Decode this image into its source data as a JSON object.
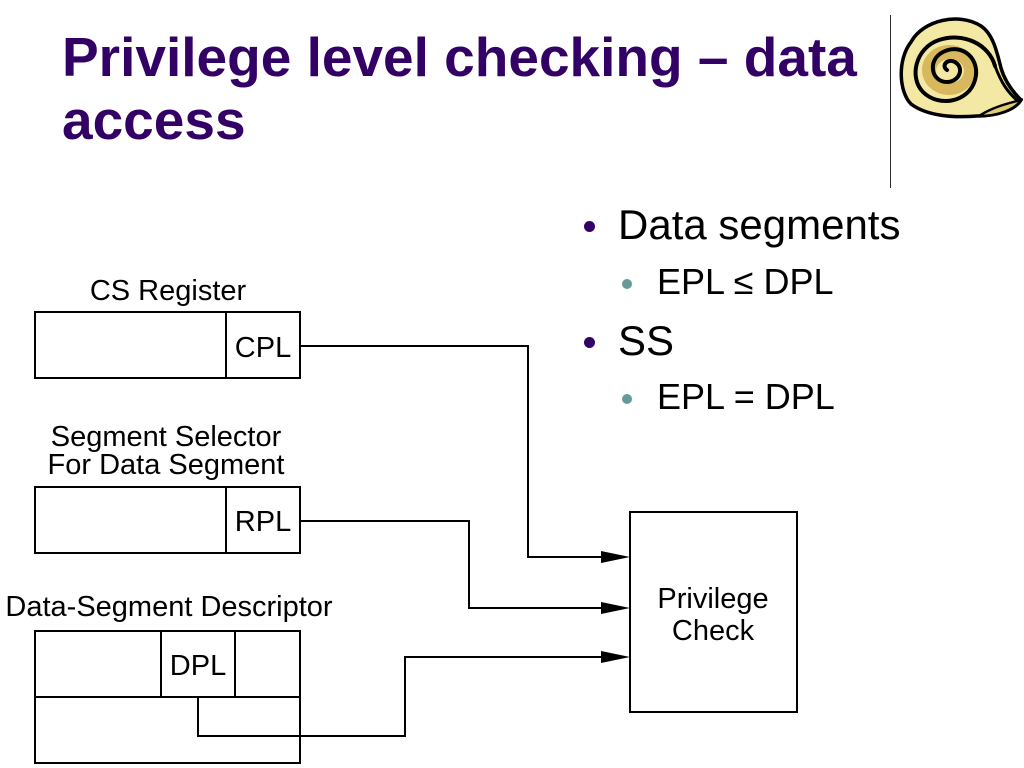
{
  "slide": {
    "title": "Privilege level checking – data access",
    "bullets": [
      {
        "text": "Data segments",
        "sub": [
          "EPL ≤ DPL"
        ]
      },
      {
        "text": "SS",
        "sub": [
          "EPL = DPL"
        ]
      }
    ]
  },
  "diagram": {
    "cs_register": {
      "label": "CS Register",
      "field": "CPL"
    },
    "segment_selector": {
      "label": [
        "Segment Selector",
        "For Data Segment"
      ],
      "field": "RPL"
    },
    "data_segment_descriptor": {
      "label": "Data-Segment Descriptor",
      "field": "DPL"
    },
    "privilege_check": {
      "label": [
        "Privilege",
        "Check"
      ]
    }
  },
  "icons": {
    "logo": "scroll-icon",
    "bullet": "bullet-dot-icon"
  },
  "colors": {
    "title": "#330066",
    "bullet": "#330066",
    "sub_bullet": "#669999",
    "diagram_lines": "#000000"
  }
}
